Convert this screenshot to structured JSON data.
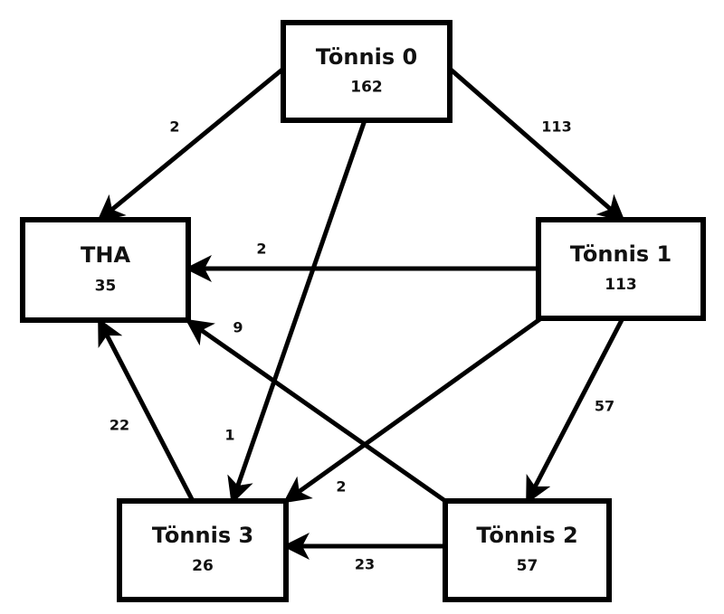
{
  "diagram": {
    "colors": {
      "stroke": "#000000",
      "background": "#ffffff",
      "text": "#111111"
    },
    "nodes": [
      {
        "id": "t0",
        "label": "Tönnis 0",
        "count": "162"
      },
      {
        "id": "tha",
        "label": "THA",
        "count": "35"
      },
      {
        "id": "t1",
        "label": "Tönnis 1",
        "count": "113"
      },
      {
        "id": "t3",
        "label": "Tönnis 3",
        "count": "26"
      },
      {
        "id": "t2",
        "label": "Tönnis 2",
        "count": "57"
      }
    ],
    "edges": [
      {
        "from": "t0",
        "to": "tha",
        "value": "2"
      },
      {
        "from": "t0",
        "to": "t1",
        "value": "113"
      },
      {
        "from": "t0",
        "to": "t3",
        "value": "1"
      },
      {
        "from": "t1",
        "to": "tha",
        "value": "2"
      },
      {
        "from": "t1",
        "to": "t3",
        "value": "2"
      },
      {
        "from": "t1",
        "to": "t2",
        "value": "57"
      },
      {
        "from": "t2",
        "to": "tha",
        "value": "9"
      },
      {
        "from": "t3",
        "to": "tha",
        "value": "22"
      },
      {
        "from": "t2",
        "to": "t3",
        "value": "23"
      }
    ]
  }
}
